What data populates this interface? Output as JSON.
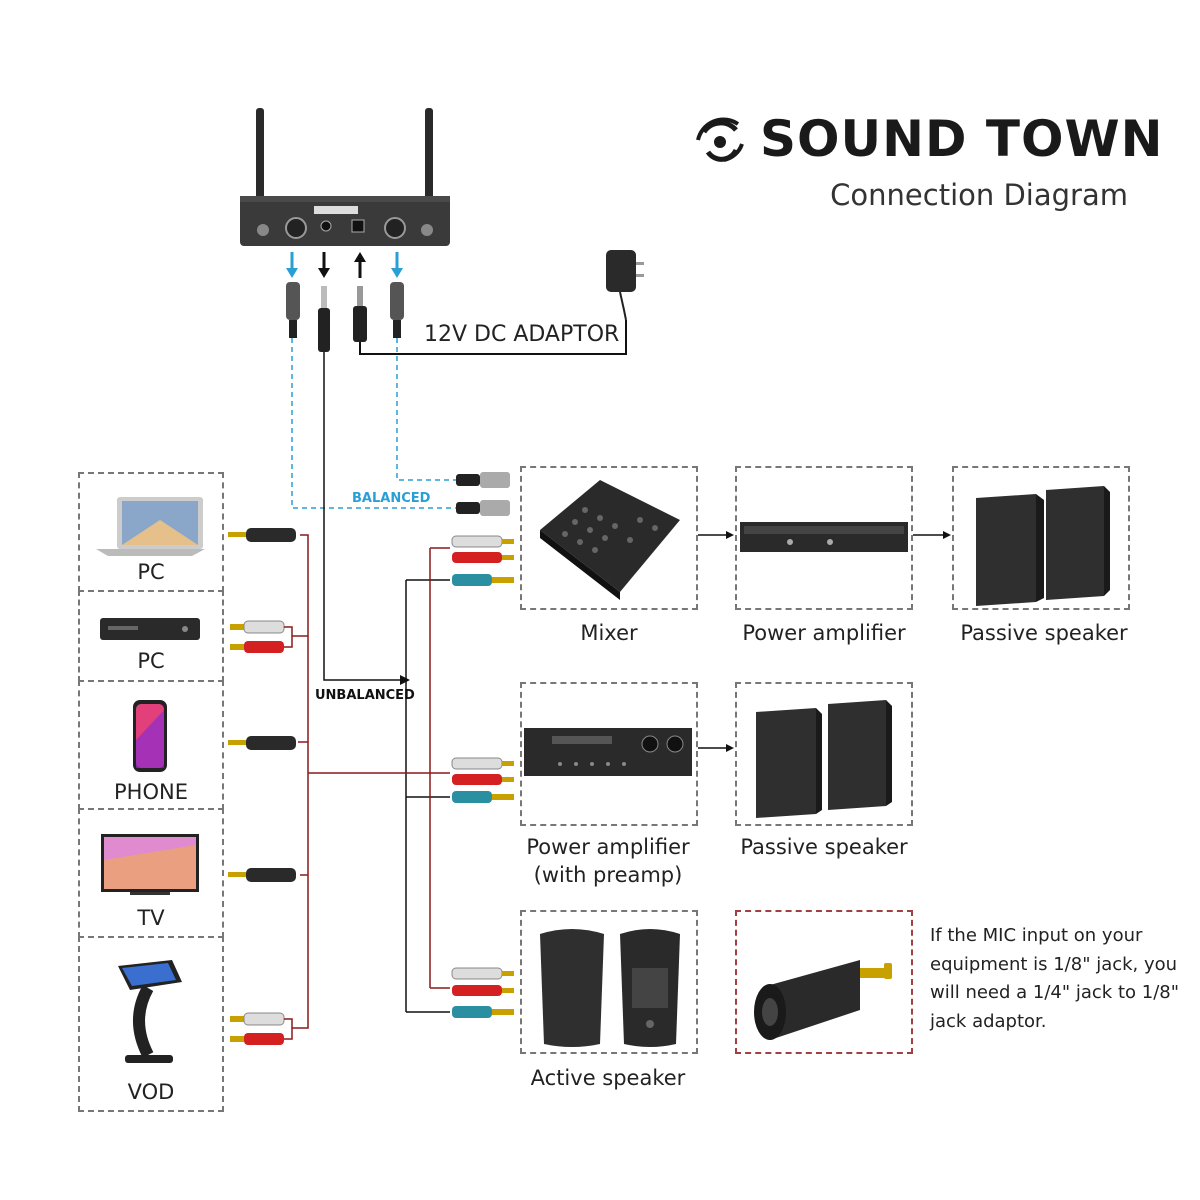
{
  "header": {
    "brand": "SOUND TOWN",
    "subtitle": "Connection Diagram"
  },
  "receiver": {
    "adaptor_label": "12V DC ADAPTOR"
  },
  "connections": {
    "balanced_label": "BALANCED",
    "unbalanced_label": "UNBALANCED"
  },
  "sources": [
    {
      "label": "PC",
      "icon": "laptop-icon"
    },
    {
      "label": "PC",
      "icon": "dvd-player-icon"
    },
    {
      "label": "PHONE",
      "icon": "phone-icon"
    },
    {
      "label": "TV",
      "icon": "tv-icon"
    },
    {
      "label": "VOD",
      "icon": "kiosk-icon"
    }
  ],
  "devices": {
    "mixer": "Mixer",
    "power_amp_1": "Power amplifier",
    "passive_speaker_1": "Passive speaker",
    "power_amp_preamp_line1": "Power amplifier",
    "power_amp_preamp_line2": "(with preamp)",
    "passive_speaker_2": "Passive speaker",
    "active_speaker": "Active speaker"
  },
  "note": "If the MIC input on your equipment is 1/8\" jack, you will need a 1/4\" jack to 1/8\" jack adaptor.",
  "colors": {
    "balanced_line": "#2a9fd6",
    "signal_line": "#8b1a1a",
    "dashed_border": "#777777",
    "red_plug": "#d42020"
  }
}
